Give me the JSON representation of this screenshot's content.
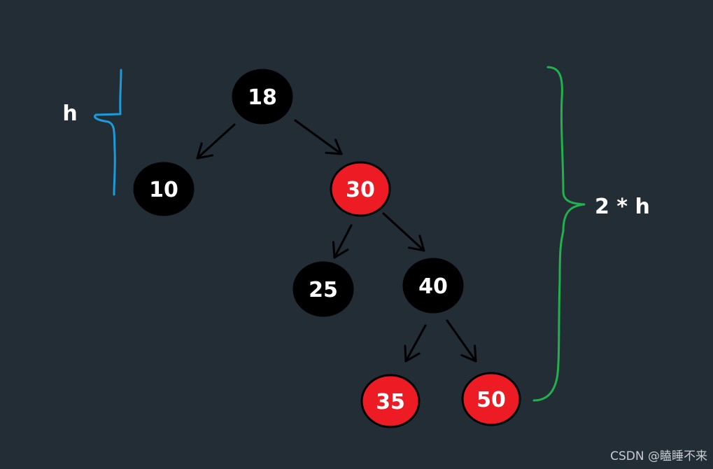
{
  "colors": {
    "background": "#222d36",
    "black_node": "#000000",
    "red_node": "#ed1c24",
    "node_text": "#ffffff",
    "edge": "#000000",
    "left_brace": "#1d9bd9",
    "right_brace": "#22b14c"
  },
  "tree": {
    "nodes": [
      {
        "id": "n18",
        "label": "18",
        "color": "black"
      },
      {
        "id": "n10",
        "label": "10",
        "color": "black"
      },
      {
        "id": "n30",
        "label": "30",
        "color": "red"
      },
      {
        "id": "n25",
        "label": "25",
        "color": "black"
      },
      {
        "id": "n40",
        "label": "40",
        "color": "black"
      },
      {
        "id": "n35",
        "label": "35",
        "color": "red"
      },
      {
        "id": "n50",
        "label": "50",
        "color": "red"
      }
    ],
    "edges": [
      {
        "from": "n18",
        "to": "n10"
      },
      {
        "from": "n18",
        "to": "n30"
      },
      {
        "from": "n30",
        "to": "n25"
      },
      {
        "from": "n30",
        "to": "n40"
      },
      {
        "from": "n40",
        "to": "n35"
      },
      {
        "from": "n40",
        "to": "n50"
      }
    ]
  },
  "annotations": {
    "left_label": "h",
    "right_label": "2 * h"
  },
  "watermark": "CSDN @瞌睡不来"
}
